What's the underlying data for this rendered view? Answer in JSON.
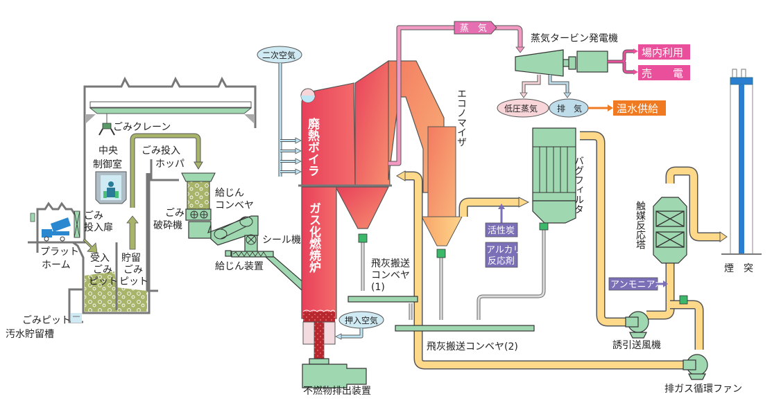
{
  "diagram": {
    "labels": {
      "crane": "ごみクレーン",
      "control_room_1": "中央",
      "control_room_2": "制御室",
      "hopper_1": "ごみ投入",
      "hopper_2": "ホッパ",
      "feed_conveyor_1": "給じん",
      "feed_conveyor_2": "コンベヤ",
      "crusher_1": "ごみ",
      "crusher_2": "破砕機",
      "seal": "シール機",
      "feeder": "給じん装置",
      "door_1": "ごみ",
      "door_2": "投入扉",
      "platform_1": "プラット",
      "platform_2": "ホーム",
      "receive_pit_1": "受入",
      "receive_pit_2": "ごみ",
      "receive_pit_3": "ピット",
      "storage_pit_1": "貯留",
      "storage_pit_2": "ごみ",
      "storage_pit_3": "ピット",
      "wastewater_1": "ごみピット",
      "wastewater_2": "汚水貯留槽",
      "secondary_air": "二次空気",
      "boiler": "廃熱ボイラ",
      "furnace": "ガス化燃焼炉",
      "push_air": "押入空気",
      "incombustible": "不燃物排出装置",
      "fly_ash_conv1_1": "飛灰搬送",
      "fly_ash_conv1_2": "コンベヤ",
      "fly_ash_conv1_3": "(1)",
      "fly_ash_conv2": "飛灰搬送コンベヤ(2)",
      "economizer": "エコノマイザ",
      "steam": "蒸　気",
      "turbine": "蒸気タービン発電機",
      "in_plant": "場内利用",
      "sell_power": "売　　電",
      "low_pressure_steam": "低圧蒸気",
      "exhaust": "排　気",
      "hot_water": "温水供給",
      "bag_filter": "バグフィルタ",
      "activated_carbon": "活性炭",
      "alkali_1": "アルカリ",
      "alkali_2": "反応剤",
      "catalyst_tower": "触媒反応塔",
      "ammonia": "アンモニア水",
      "id_fan": "誘引送風機",
      "recirc_fan": "排ガス循環ファン",
      "stack": "煙　突"
    },
    "colors": {
      "equipment": "#9fd8b0",
      "furnace": "#e8425a",
      "economizer": "#f7a46a",
      "flue_gas": "#ffd98a",
      "steam": "#f29ac2",
      "power": "#e94f9a",
      "hot_water": "#f07a22",
      "chemical": "#7b6fb8",
      "stack": "#2a7fd0",
      "air": "#bfe6f5"
    },
    "icons": {
      "operator": "person-icon",
      "truck": "garbage-truck-icon",
      "drum": "steam-drum-icon"
    }
  }
}
